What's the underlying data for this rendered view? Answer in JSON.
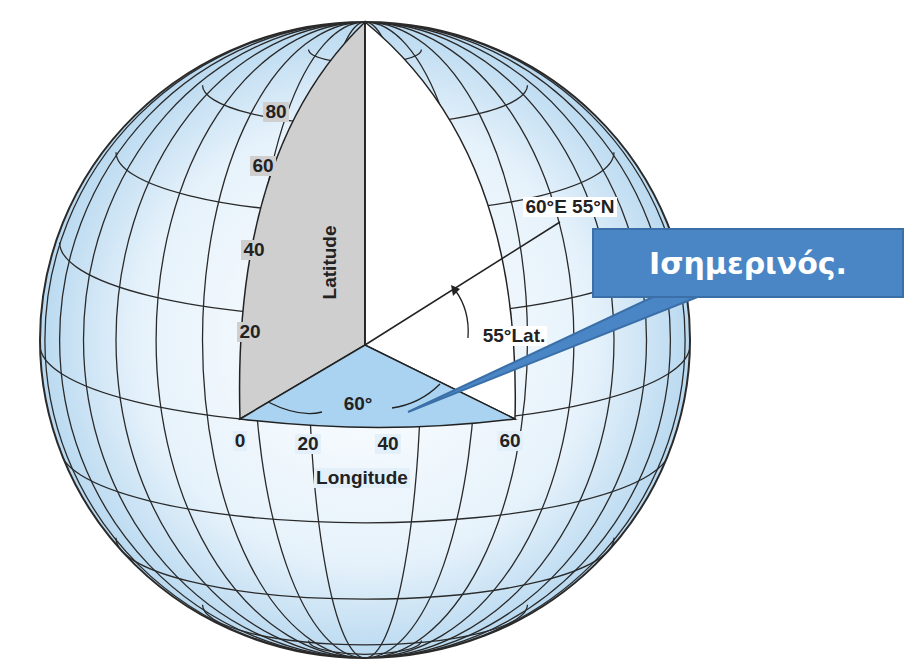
{
  "diagram": {
    "nodes": [
      {
        "text": [
          "Ισημερινός."
        ]
      }
    ],
    "labels": [
      "80",
      "60",
      "40",
      "20",
      "Latitude",
      "60°E 55°N",
      "55°Lat.",
      "60°",
      "0",
      "20",
      "40",
      "60",
      "Longitude"
    ]
  }
}
